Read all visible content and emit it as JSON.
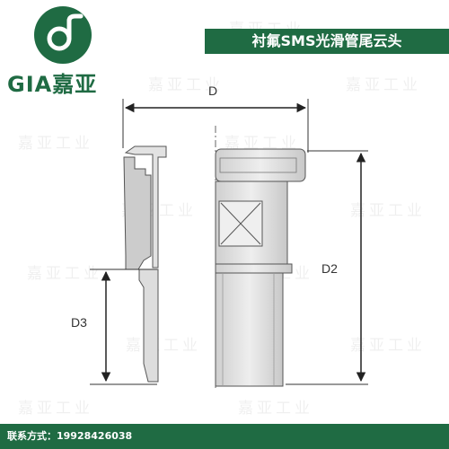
{
  "header": {
    "brand_name": "GIA嘉亚",
    "logo_icon": "gia-logo-icon",
    "title": "衬氟SMS光滑管尾云头"
  },
  "diagram": {
    "labels": {
      "d": "D",
      "d2": "D2",
      "d3": "D3"
    }
  },
  "watermark": {
    "text": "嘉亚工业"
  },
  "footer": {
    "contact": "联系方式：19928426038"
  },
  "colors": {
    "brand_green": "#1f6b43",
    "drawing_fill": "#d9d9d9",
    "drawing_line": "#555555"
  }
}
